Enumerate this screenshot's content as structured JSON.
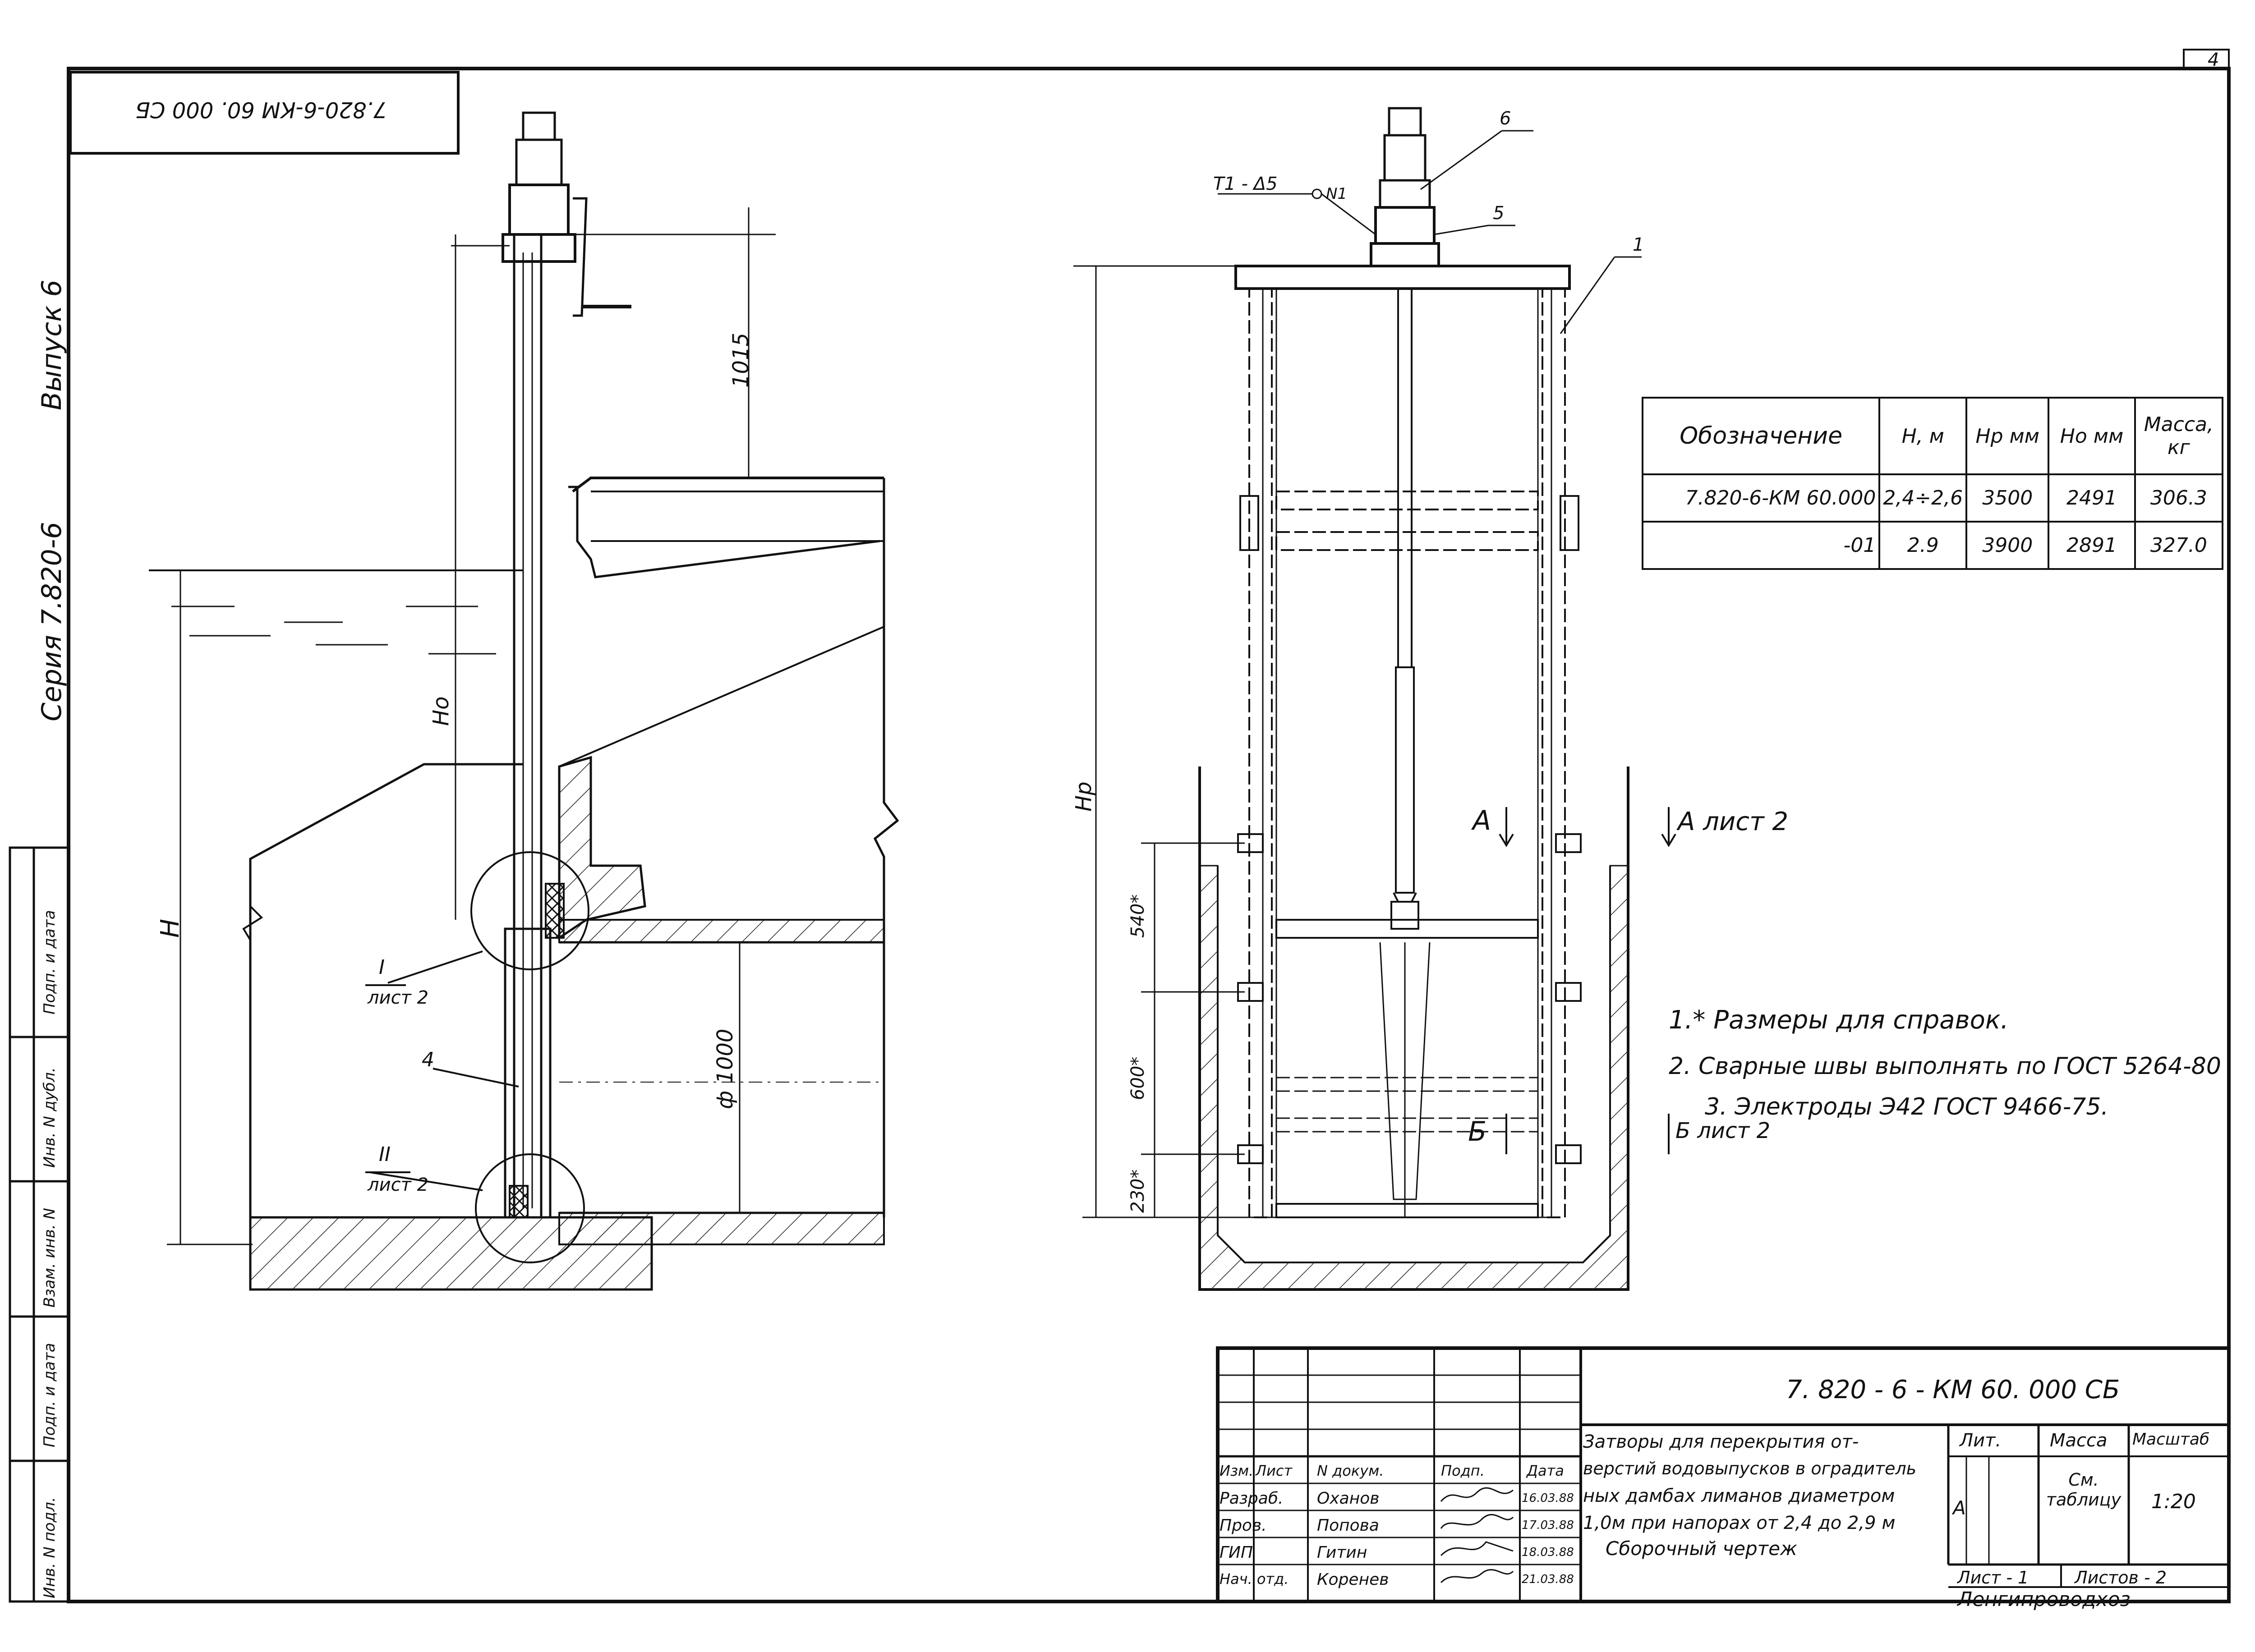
{
  "sheet": {
    "page_number": "4",
    "code_upside": "7.820-6-КМ 60. 000 СБ",
    "series_vertical": "Серия 7.820-6",
    "issue_vertical": "Выпуск 6",
    "side_stamps": [
      "Подп. и дата",
      "Инв. N дубл.",
      "Взам. инв. N",
      "Подп. и дата",
      "Инв. N подл."
    ]
  },
  "section_view": {
    "dim_top": "1015",
    "dim_Ho": "Ho",
    "dim_H": "H",
    "dim_pipe": "ф 1000",
    "callout_I": "I",
    "callout_I_sheet": "лист 2",
    "callout_II": "II",
    "callout_II_sheet": "лист 2",
    "pos_4": "4"
  },
  "front_view": {
    "weld_mark": "Т1 - Δ5",
    "weld_num": "N1",
    "pos_1": "1",
    "pos_5": "5",
    "pos_6": "6",
    "dim_Hp": "Hp",
    "dim_540": "540*",
    "dim_600": "600*",
    "dim_230": "230*",
    "sec_A": "А",
    "sec_A_ref": "А лист 2",
    "sec_B": "Б",
    "sec_B_ref": "Б лист 2"
  },
  "spec_table": {
    "headers": [
      "Обозначение",
      "H, м",
      "Hp мм",
      "Ho мм",
      "Масса, кг"
    ],
    "rows": [
      [
        "7.820-6-КМ 60.000",
        "2,4÷2,6",
        "3500",
        "2491",
        "306.3"
      ],
      [
        "-01",
        "2.9",
        "3900",
        "2891",
        "327.0"
      ]
    ]
  },
  "notes": [
    "1.* Размеры для справок.",
    "2. Сварные швы выполнять по ГОСТ 5264-80",
    "3. Электроды Э42 ГОСТ 9466-75."
  ],
  "title_block": {
    "doc_code": "7. 820 - 6 - КМ 60. 000 СБ",
    "title_lines": [
      "Затворы для перекрытия от-",
      "верстий водовыпусков в оградитель",
      "ных дамбах лиманов диаметром",
      "1,0м при напорах от 2,4 до 2,9 м",
      "Сборочный чертеж"
    ],
    "col_izm": "Изм.",
    "col_list": "Лист",
    "col_ndoc": "N докум.",
    "col_podp": "Подп.",
    "col_date": "Дата",
    "people": [
      {
        "role": "Разраб.",
        "name": "Оханов",
        "date": "16.03.88"
      },
      {
        "role": "Пров.",
        "name": "Попова",
        "date": "17.03.88"
      },
      {
        "role": "ГИП",
        "name": "Гитин",
        "date": "18.03.88"
      },
      {
        "role": "Нач. отд.",
        "name": "Коренев",
        "date": "21.03.88"
      }
    ],
    "lit_label": "Лит.",
    "mass_label": "Масса",
    "scale_label": "Масштаб",
    "lit_value": "А",
    "mass_value": "См. таблицу",
    "scale_value": "1:20",
    "sheet_label": "Лист - 1",
    "sheets_label": "Листов - 2",
    "org": "Ленгипроводхоз"
  }
}
